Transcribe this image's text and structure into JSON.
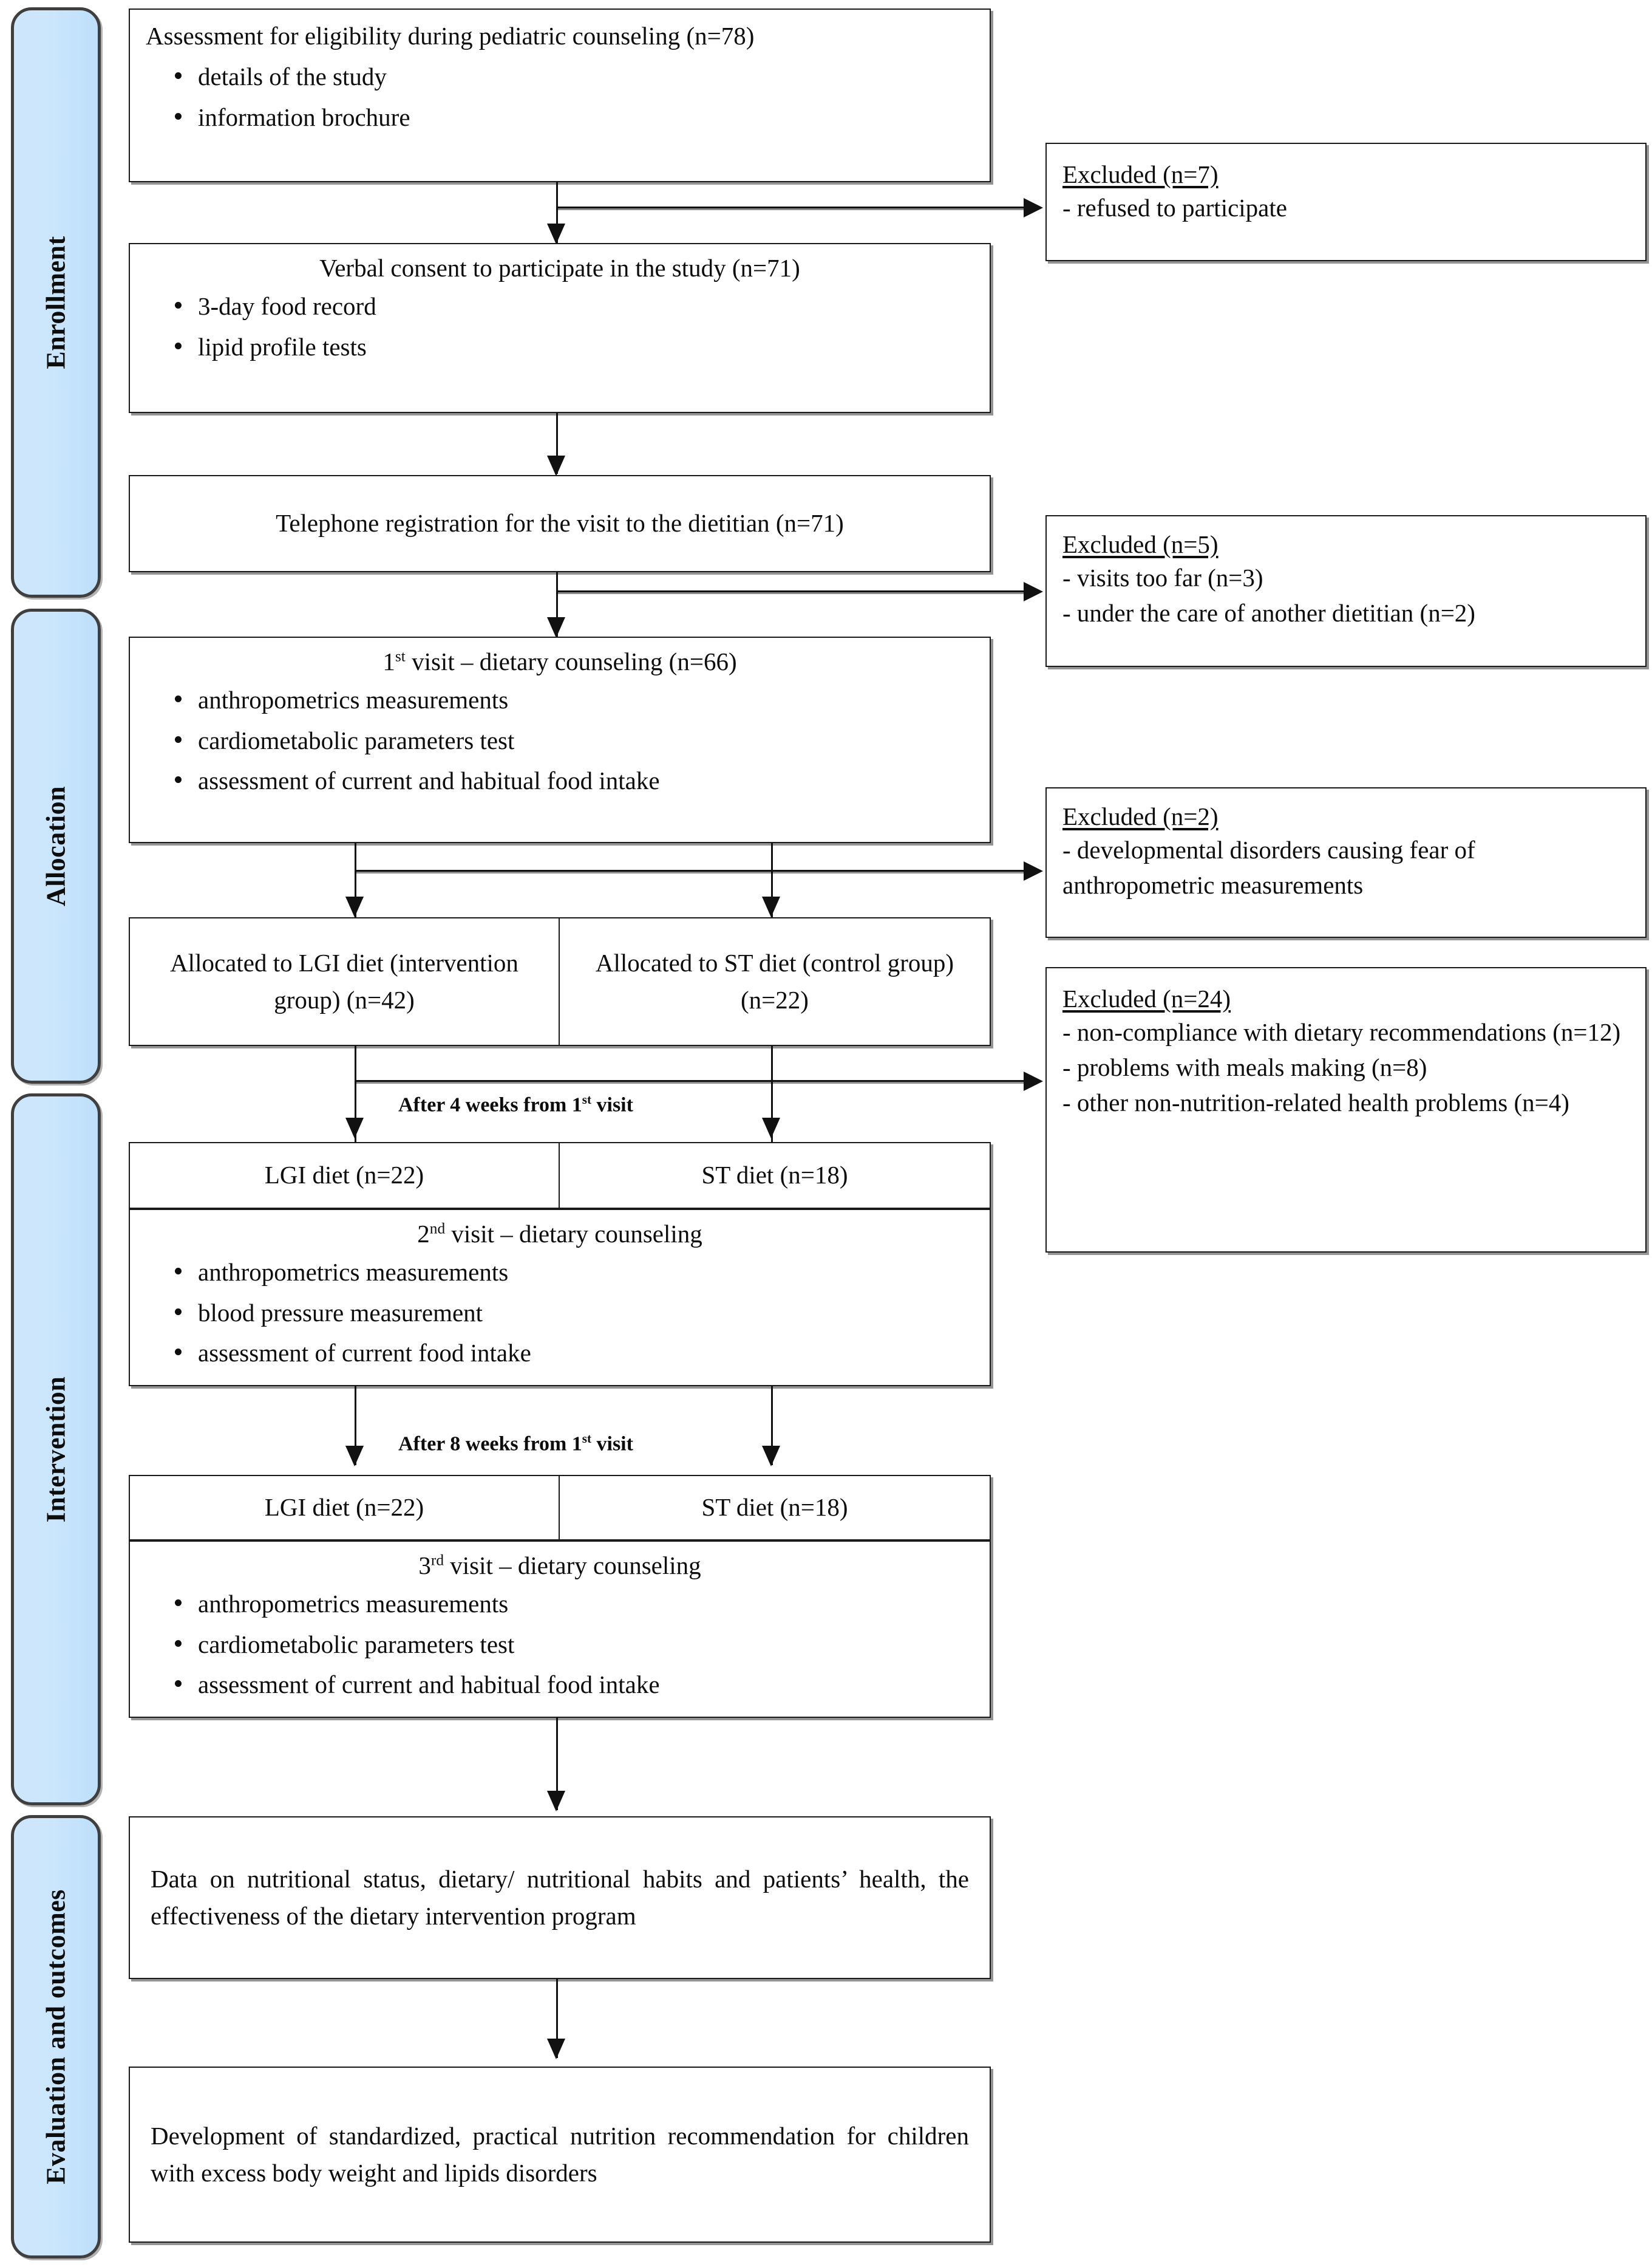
{
  "phases": [
    {
      "label": "Enrollment"
    },
    {
      "label": "Allocation"
    },
    {
      "label": "Intervention"
    },
    {
      "label": "Evaluation and outcomes"
    }
  ],
  "boxes": {
    "eligibility": {
      "title": "Assessment for eligibility during pediatric counseling (n=78)",
      "bullets": [
        "details of the study",
        "information brochure"
      ]
    },
    "consent": {
      "title": "Verbal consent to participate in the study (n=71)",
      "bullets": [
        "3-day food record",
        "lipid profile tests"
      ]
    },
    "telephone": {
      "title": "Telephone registration for the visit to the dietitian (n=71)"
    },
    "visit1": {
      "title_pre": "1",
      "title_sup": "st",
      "title_post": " visit – dietary counseling (n=66)",
      "bullets": [
        "anthropometrics measurements",
        "cardiometabolic parameters test",
        "assessment of current and habitual food intake"
      ]
    },
    "allocation": {
      "left": "Allocated to LGI diet (intervention group) (n=42)",
      "right": "Allocated to ST diet (control group) (n=22)"
    },
    "diet_week4": {
      "left": "LGI diet (n=22)",
      "right": "ST diet (n=18)"
    },
    "visit2": {
      "title_pre": "2",
      "title_sup": "nd",
      "title_post": " visit – dietary counseling",
      "bullets": [
        "anthropometrics measurements",
        "blood pressure measurement",
        "assessment of current food intake"
      ]
    },
    "diet_week8": {
      "left": "LGI diet (n=22)",
      "right": "ST diet (n=18)"
    },
    "visit3": {
      "title_pre": "3",
      "title_sup": "rd",
      "title_post": " visit – dietary counseling",
      "bullets": [
        "anthropometrics measurements",
        "cardiometabolic parameters test",
        "assessment of current and habitual food intake"
      ]
    },
    "outcome_data": {
      "text": "Data on nutritional status, dietary/ nutritional habits and patients’ health, the effectiveness of the dietary intervention program"
    },
    "outcome_dev": {
      "text": "Development of standardized, practical nutrition recommendation for children with excess body weight and lipids disorders"
    }
  },
  "exclusions": [
    {
      "heading": "Excluded (n=7)",
      "items": [
        "- refused to participate"
      ]
    },
    {
      "heading": "Excluded (n=5)",
      "items": [
        "- visits too far (n=3)",
        "- under the care of another dietitian (n=2)"
      ]
    },
    {
      "heading": "Excluded (n=2)",
      "items": [
        "- developmental disorders causing fear of anthropometric measurements"
      ]
    },
    {
      "heading": "Excluded (n=24)",
      "items": [
        "- non-compliance with dietary recommendations (n=12)",
        "- problems with meals making (n=8)",
        "- other non-nutrition-related health problems (n=4)"
      ]
    }
  ],
  "edge_labels": {
    "week4_pre": "After 4 weeks from 1",
    "week4_sup": "st",
    "week4_post": " visit",
    "week8_pre": "After 8 weeks from 1",
    "week8_sup": "st",
    "week8_post": " visit"
  },
  "colors": {
    "phase_fill": "#cbe6fc",
    "phase_border": "#3f3f3f",
    "box_border": "#1a1a1a",
    "text": "#0d0d0d"
  }
}
